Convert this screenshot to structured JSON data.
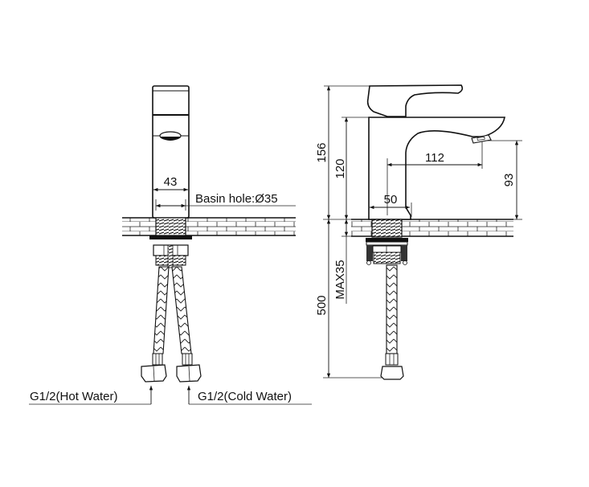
{
  "front_view": {
    "width_dim": "43",
    "basin_hole_label": "Basin hole:Ø35",
    "hot_inlet_label": "G1/2(Hot Water)",
    "cold_inlet_label": "G1/2(Cold Water)"
  },
  "side_view": {
    "total_height_dim": "156",
    "body_height_dim": "120",
    "spout_reach_dim": "112",
    "spout_height_dim": "93",
    "body_offset_dim": "50",
    "max_deck_thickness_dim": "MAX35",
    "hose_length_dim": "500"
  },
  "colors": {
    "line": "#111111",
    "background": "#ffffff"
  }
}
